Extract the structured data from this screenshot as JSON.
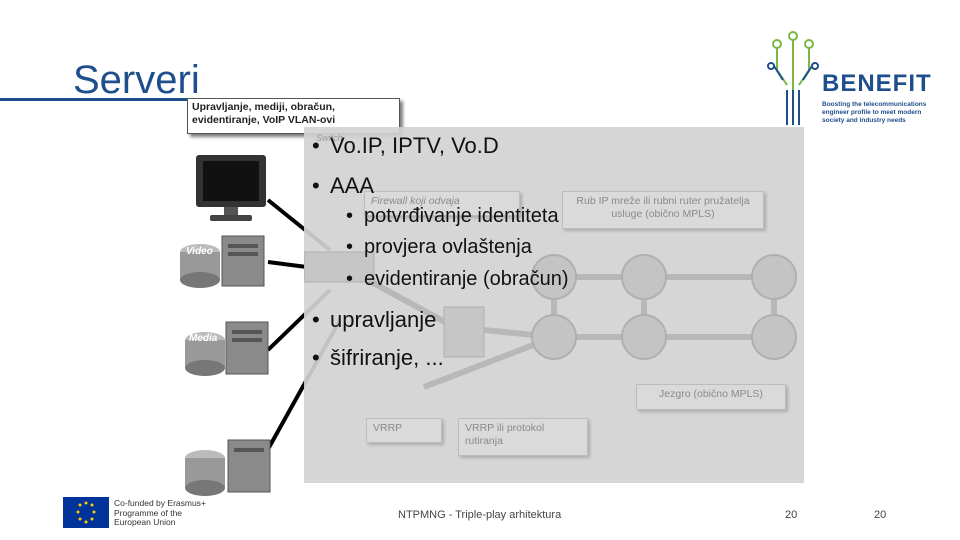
{
  "slide": {
    "title": "Serveri",
    "callout_top": "Upravljanje, mediji, obračun, evidentiranje, VoIP VLAN-ovi",
    "faint_labels": {
      "firewall": "Firewall koji odvaja",
      "edge_router": "Rub IP mreže ili rubni ruter pružatelja usluge (obično MPLS)",
      "core": "Jezgro (obično MPLS)",
      "vrrp": "VRRP",
      "vrrp_routing": "VRRP ili protokol rutiranja",
      "switch": "Switch"
    },
    "server_labels": {
      "video": "Video",
      "media": "Media"
    },
    "bullets": [
      {
        "text": "Vo.IP, IPTV, Vo.D"
      },
      {
        "text": "AAA",
        "sub": [
          "potvrđivanje identiteta",
          "provjera ovlaštenja",
          "evidentiranje (obračun)"
        ]
      },
      {
        "text": "upravljanje"
      },
      {
        "text": "šifriranje, ..."
      }
    ]
  },
  "logo": {
    "name": "BENEFIT",
    "tagline": "Boosting the telecommunications engineer profile to meet modern society and industry needs"
  },
  "eu": {
    "text": "Co-funded by Erasmus+ Programme of the European Union"
  },
  "footer": {
    "center": "NTPMNG - Triple-play arhitektura",
    "page_a": "20",
    "page_b": "20"
  },
  "colors": {
    "title": "#1f4e8c",
    "logo_green": "#7ab648",
    "logo_blue": "#1f4e8c",
    "eu_blue": "#003399",
    "eu_star": "#ffcc00"
  }
}
